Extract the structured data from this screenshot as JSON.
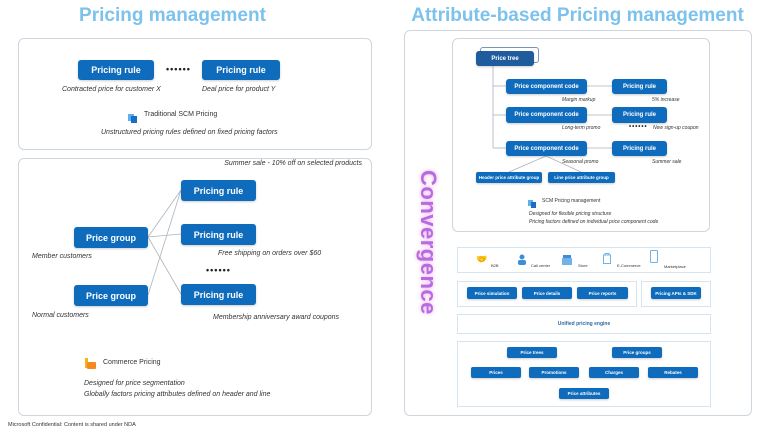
{
  "left_title": "Pricing management",
  "right_title": "Attribute-based Pricing management",
  "traditional": {
    "box1": "Pricing rule",
    "box2": "Pricing rule",
    "dots": "••••••",
    "label1": "Contracted price for customer X",
    "label2": "Deal price for product Y",
    "product": "Traditional SCM Pricing",
    "description": "Unstructured pricing rules defined on fixed pricing factors"
  },
  "commerce": {
    "top_note": "Summer sale - 10% off on selected products",
    "rules": [
      "Pricing rule",
      "Pricing rule",
      "Pricing rule"
    ],
    "groups": [
      "Price group",
      "Price group"
    ],
    "group_labels": [
      "Member customers",
      "Normal customers"
    ],
    "rule_label2": "Free shipping on orders over $60",
    "rule_label3": "Membership anniversary award coupons",
    "dots": "••••••",
    "product": "Commerce Pricing",
    "desc1": "Designed for price segmentation",
    "desc2": "Globally factors pricing attributes defined on header and line"
  },
  "convergence": "Convergence",
  "scm": {
    "price_tree": "Price tree",
    "component": "Price component code",
    "rule": "Pricing rule",
    "component_labels": [
      "Margin markup",
      "Long-term promo",
      "Seasonal promo"
    ],
    "rule_labels": [
      "5% increase",
      "New sign-up coupon",
      "Summer sale"
    ],
    "dots": "••••••",
    "header_group": "Header price attribute group",
    "line_group": "Line price attribute group",
    "product": "SCM Pricing management",
    "desc1": "Designed for flexible pricing structure",
    "desc2": "Pricing factors defined on individual price component code"
  },
  "architecture": {
    "channels": [
      "B2B",
      "Call center",
      "Store",
      "E-Commerce",
      "Marketplace"
    ],
    "tools": [
      "Price simulation",
      "Price details",
      "Price reports"
    ],
    "api": "Pricing APIs & SDK",
    "engine": "Unified pricing engine",
    "trees": "Price trees",
    "groups": "Price groups",
    "types": [
      "Prices",
      "Promotions",
      "Charges",
      "Rebates"
    ],
    "attributes": "Price attributes"
  },
  "footer": "Microsoft Confidential: Content is shared under NDA",
  "colors": {
    "box": "#0f6cbd",
    "title": "#7cc2ec",
    "convergence": "#b46de0"
  }
}
